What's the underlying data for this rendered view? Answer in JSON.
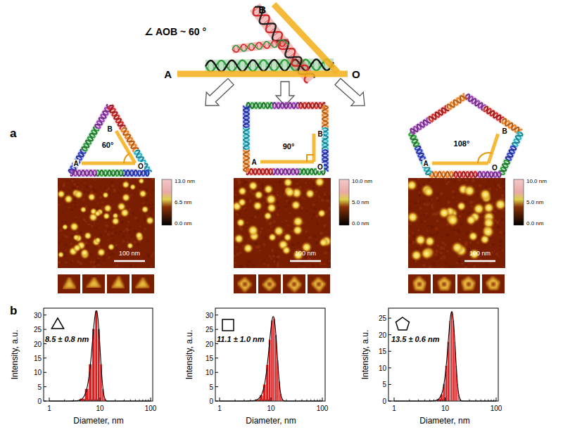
{
  "diagram": {
    "labels": [
      "B",
      "∠ AOB ~ 60 °",
      "A",
      "O",
      "a",
      "60°",
      "A",
      "B",
      "O",
      "90°",
      "A",
      "B",
      "O",
      "108°",
      "A",
      "B",
      "O",
      "13.0 nm",
      "6.5 nm",
      "0.0 nm",
      "100 nm",
      "10.0 nm",
      "5.0 nm",
      "0.0 nm",
      "100 nm",
      "10.0 nm",
      "5.0 nm",
      "0.0 nm",
      "100 nm",
      "b",
      "8.5 ± 0.8 nm",
      "Intensity, a.u.",
      "Diameter, nm",
      "0",
      "5",
      "10",
      "15",
      "20",
      "25",
      "30",
      "1",
      "10",
      "100",
      "11.1 ± 1.0 nm",
      "Intensity, a.u.",
      "Diameter, nm",
      "0",
      "5",
      "10",
      "15",
      "20",
      "25",
      "30",
      "1",
      "10",
      "100",
      "13.5 ± 0.6 nm",
      "Intensity, a.u.",
      "Diameter, nm",
      "0",
      "5",
      "10",
      "15",
      "20",
      "25",
      "1",
      "10",
      "100"
    ]
  }
}
